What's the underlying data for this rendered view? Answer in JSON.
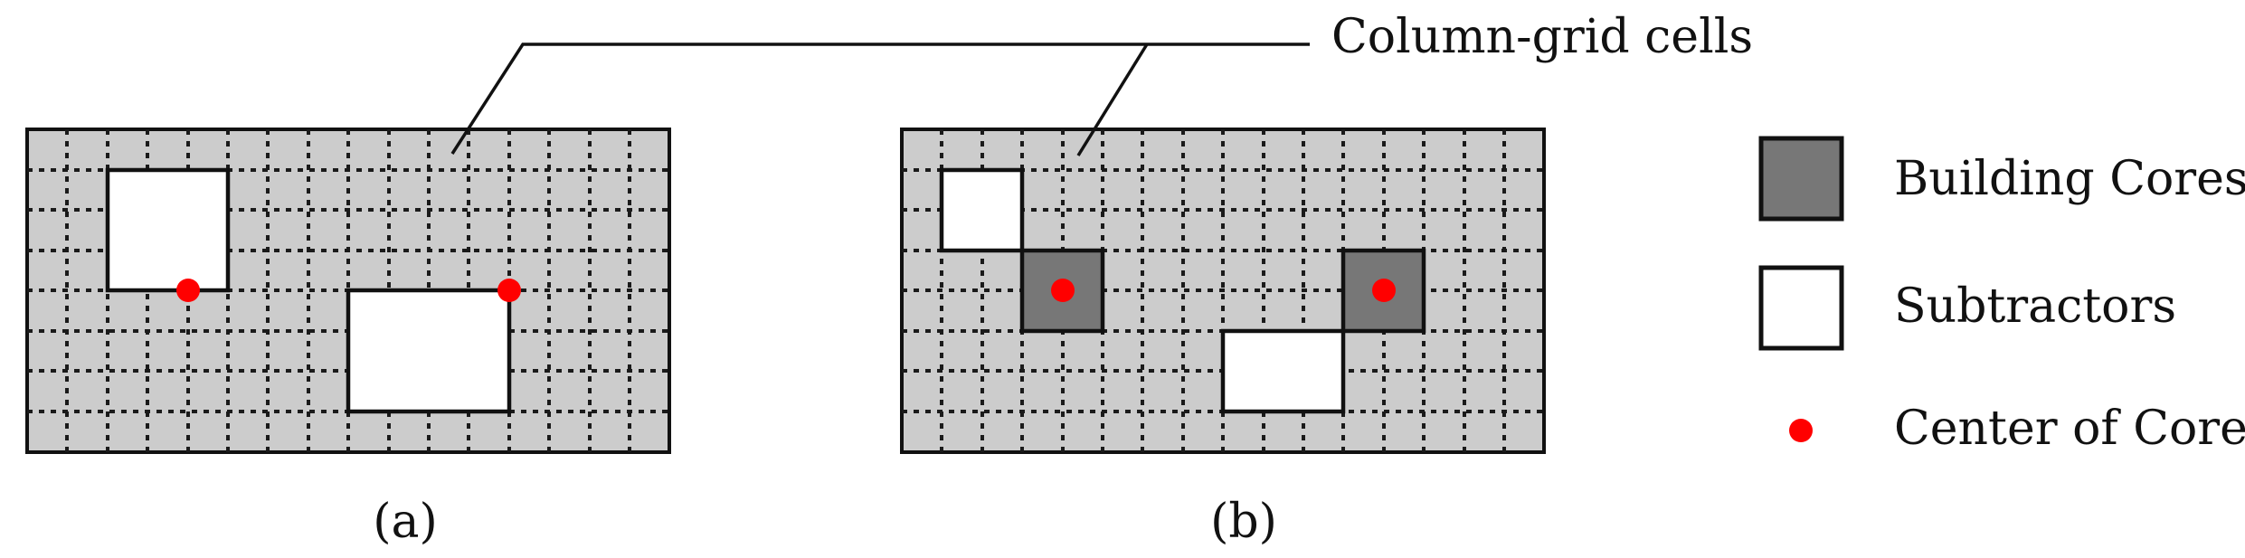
{
  "callout": {
    "label": "Column-grid cells"
  },
  "panels": [
    {
      "caption": "(a)"
    },
    {
      "caption": "(b)"
    }
  ],
  "legend": {
    "items": [
      {
        "label": "Building Cores",
        "swatch": "building-core"
      },
      {
        "label": "Subtractors",
        "swatch": "subtractor"
      },
      {
        "label": "Center of Cores",
        "swatch": "core-center"
      }
    ]
  },
  "colors": {
    "floor_plate": "#cccccc",
    "building_core": "#777777",
    "subtractor": "#ffffff",
    "core_center": "#ff0000",
    "outline": "#111111",
    "grid_line": "#1a1a1a"
  }
}
